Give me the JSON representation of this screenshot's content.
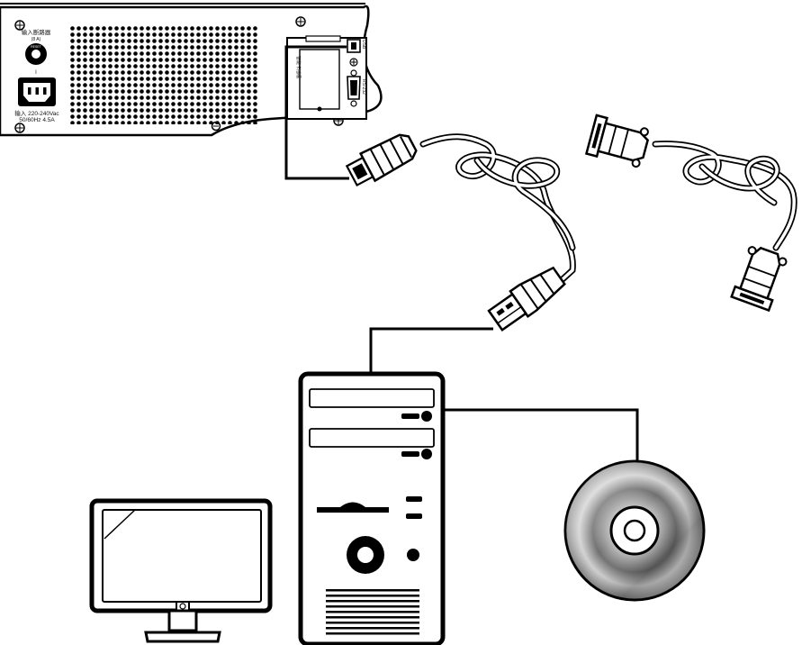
{
  "ups_panel": {
    "input_breaker_label": "输入断路器",
    "input_breaker_sub": "(8 A)",
    "breaker_marking": "RESET",
    "input_rating_line1": "输入 220-240Vac",
    "input_rating_line2": "50/60Hz 4.5A",
    "card_slot_label": "智能卡插槽",
    "usb_port_label": "USB",
    "rs232_port_label": "RS-232"
  },
  "colors": {
    "line": "#000000",
    "panel_bg": "#ffffff",
    "disc_grey": "#9a9a9a"
  },
  "icons": {
    "ups": "ups-rear-panel-icon",
    "usb_cable": "usb-cable-icon",
    "serial_cable": "db9-serial-cable-icon",
    "computer": "desktop-tower-icon",
    "monitor": "monitor-icon",
    "disc": "cd-disc-icon"
  }
}
